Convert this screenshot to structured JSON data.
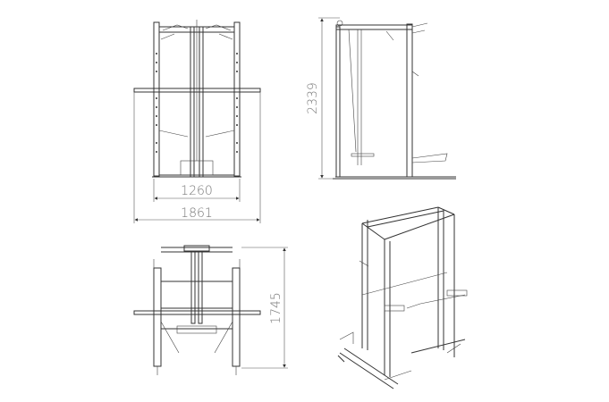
{
  "dimensions": {
    "front_inner_width": "1260",
    "front_overall_width": "1861",
    "side_height": "2339",
    "top_depth": "1745"
  },
  "colors": {
    "line": "#333333",
    "dimension_text": "#777777",
    "background": "#ffffff"
  }
}
